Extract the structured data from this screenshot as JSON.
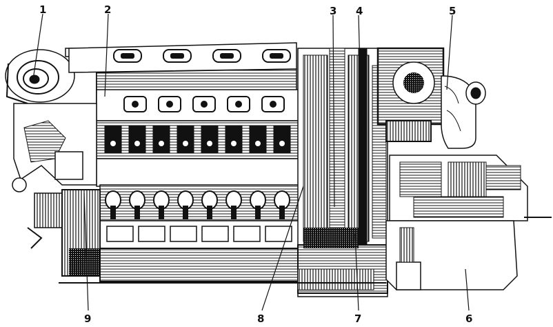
{
  "figure": {
    "callouts": [
      {
        "id": "1",
        "text": "1"
      },
      {
        "id": "2",
        "text": "2"
      },
      {
        "id": "3",
        "text": "3"
      },
      {
        "id": "4",
        "text": "4"
      },
      {
        "id": "5",
        "text": "5"
      },
      {
        "id": "6",
        "text": "6"
      },
      {
        "id": "7",
        "text": "7"
      },
      {
        "id": "8",
        "text": "8"
      },
      {
        "id": "9",
        "text": "9"
      }
    ]
  },
  "colors": {
    "ink": "#111111",
    "paper": "#ffffff"
  }
}
